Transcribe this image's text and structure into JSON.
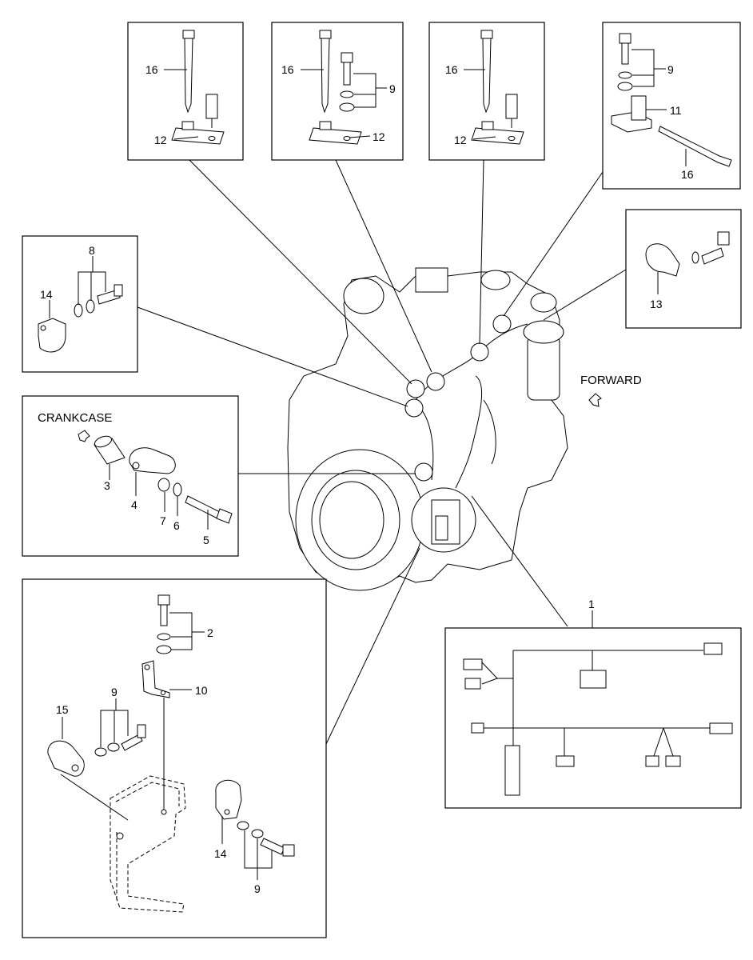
{
  "callouts": {
    "n1": "1",
    "n2": "2",
    "n3": "3",
    "n4": "4",
    "n5": "5",
    "n6": "6",
    "n7": "7",
    "n8": "8",
    "n9": "9",
    "n10": "10",
    "n11": "11",
    "n12": "12",
    "n13": "13",
    "n14": "14",
    "n15": "15",
    "n16": "16"
  },
  "labels": {
    "crankcase": "CRANKCASE",
    "forward": "FORWARD"
  },
  "icons": [
    "engine-illustration",
    "cable-tie-icon",
    "bolt-icon",
    "washer-icon",
    "clip-icon",
    "spacer-icon",
    "bracket-icon",
    "forward-arrow-icon",
    "wiring-harness-schematic"
  ]
}
